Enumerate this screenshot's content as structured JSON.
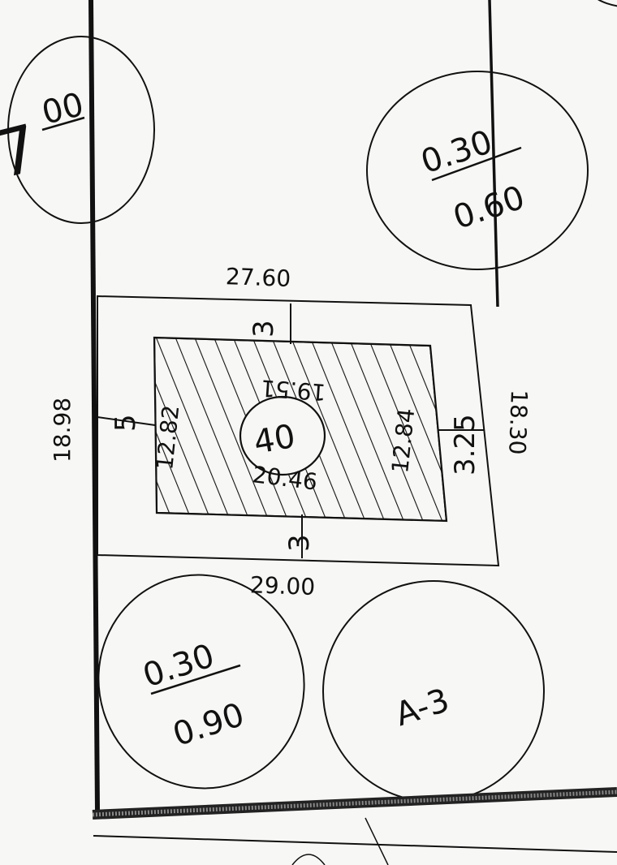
{
  "plot": {
    "number": "40",
    "zone": "A-3",
    "coverage_top": "0.30",
    "coverage_bottom": "0.60",
    "setback_top_ratio": "0.30",
    "setback_bottom_ratio": "0.90",
    "street_code_main": "7",
    "street_code_sup": "00"
  },
  "dimensions": {
    "lot_top": "27.60",
    "lot_bottom": "29.00",
    "lot_left": "18.98",
    "lot_right": "18.30",
    "bldg_top": "19.51",
    "bldg_bottom": "20.46",
    "bldg_left": "12.82",
    "bldg_right": "12.84",
    "setback_top": "3",
    "setback_bottom": "3",
    "setback_left": "5",
    "setback_right": "3.25"
  }
}
